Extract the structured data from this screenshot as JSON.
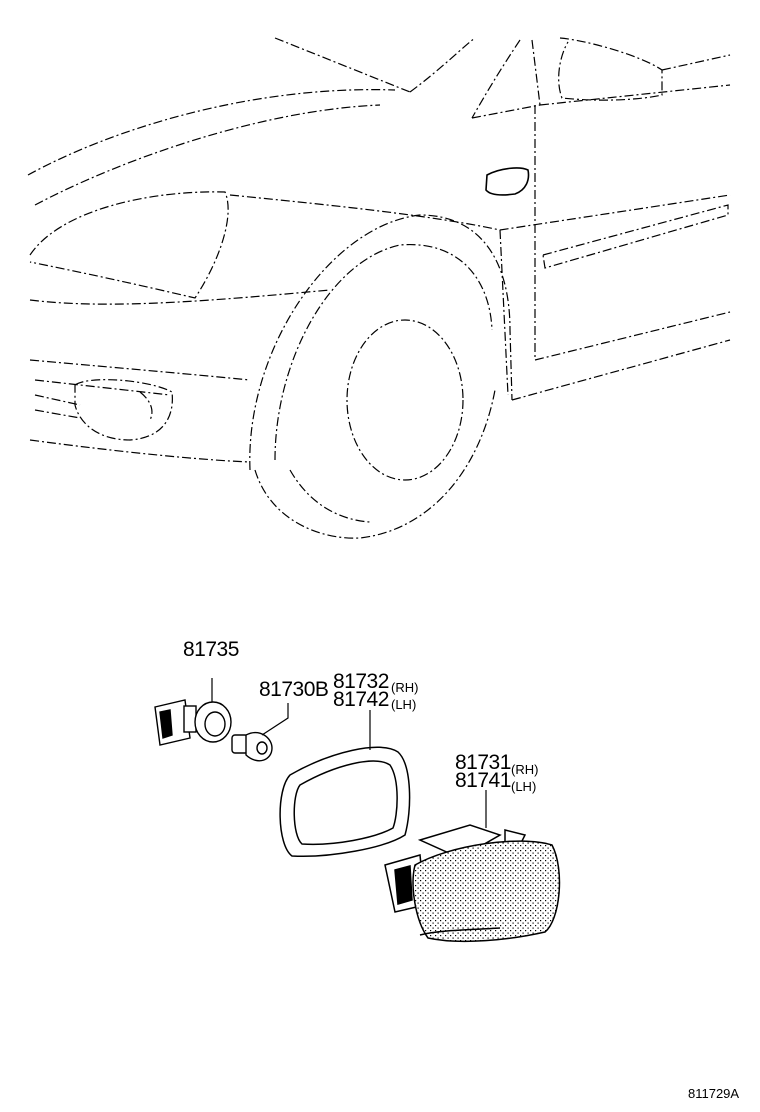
{
  "labels": {
    "part_81735": "81735",
    "part_81730B": "81730B",
    "part_81732": "81732",
    "part_81742": "81742",
    "part_81731": "81731",
    "part_81741": "81741",
    "rh_1": "(RH)",
    "lh_1": "(LH)",
    "rh_2": "(RH)",
    "lh_2": "(LH)"
  },
  "diagram_ref": "811729A",
  "colors": {
    "ink": "#000000",
    "background": "#ffffff"
  }
}
